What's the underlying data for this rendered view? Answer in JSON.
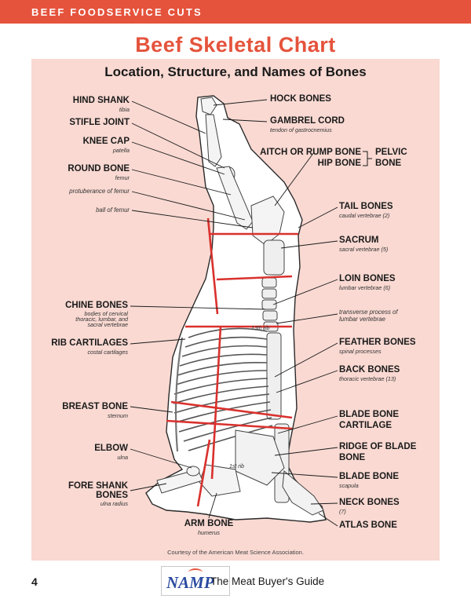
{
  "header": {
    "section": "BEEF FOODSERVICE CUTS"
  },
  "title": "Beef Skeletal Chart",
  "subtitle": "Location, Structure, and Names of Bones",
  "labels": {
    "hind_shank": {
      "name": "HIND SHANK",
      "sci": "tibia"
    },
    "stifle_joint": {
      "name": "STIFLE JOINT"
    },
    "knee_cap": {
      "name": "KNEE CAP",
      "sci": "patella"
    },
    "round_bone": {
      "name": "ROUND BONE",
      "sci": "femur"
    },
    "protuberance_femur": {
      "name": "protuberance of femur"
    },
    "ball_femur": {
      "name": "ball of femur"
    },
    "chine_bones": {
      "name": "CHINE BONES",
      "desc1": "bodies of cervical",
      "desc2": "thoracic, lumbar, and",
      "desc3": "sacral vertebrae"
    },
    "rib_cartilages": {
      "name": "RIB CARTILAGES",
      "sci": "costal cartilages"
    },
    "breast_bone": {
      "name": "BREAST BONE",
      "sci": "sternum"
    },
    "elbow": {
      "name": "ELBOW",
      "sci": "ulna"
    },
    "fore_shank": {
      "name1": "FORE SHANK",
      "name2": "BONES",
      "sci": "ulna radius"
    },
    "arm_bone": {
      "name": "ARM BONE",
      "sci": "humerus"
    },
    "hock_bones": {
      "name": "HOCK BONES"
    },
    "gambrel_cord": {
      "name": "GAMBREL CORD",
      "sci": "tendon of gastrocnemius"
    },
    "aitch_bone": {
      "name": "AITCH OR RUMP BONE"
    },
    "hip_bone": {
      "name": "HIP BONE"
    },
    "pelvic": {
      "name1": "PELVIC",
      "name2": "BONE"
    },
    "tail_bones": {
      "name": "TAIL BONES",
      "sci": "caudal vertebrae (2)"
    },
    "sacrum": {
      "name": "SACRUM",
      "sci": "sacral vertebrae (5)"
    },
    "loin_bones": {
      "name": "LOIN BONES",
      "sci": "lumbar vertebrae (6)"
    },
    "transverse": {
      "line1": "transverse process of",
      "line2": "lumbar vertebrae"
    },
    "feather_bones": {
      "name": "FEATHER BONES",
      "sci": "spinal processes"
    },
    "back_bones": {
      "name": "BACK BONES",
      "sci": "thoracic vertebrae (13)"
    },
    "blade_cartilage": {
      "name1": "BLADE BONE",
      "name2": "CARTILAGE"
    },
    "ridge_blade": {
      "name1": "RIDGE OF BLADE",
      "name2": "BONE"
    },
    "blade_bone": {
      "name": "BLADE BONE",
      "sci": "scapula"
    },
    "neck_bones": {
      "name": "NECK BONES",
      "sci": "(7)"
    },
    "atlas_bone": {
      "name": "ATLAS BONE"
    }
  },
  "diagram_marks": {
    "rib_thirteen": "13th rib",
    "rib_first": "1st rib"
  },
  "credit": "Courtesy of the American Meat Science Association.",
  "footer": {
    "page_number": "4",
    "logo": "NAMP",
    "guide": "The Meat Buyer's Guide"
  },
  "colors": {
    "accent": "#e5533c",
    "panel": "#f9d9d2",
    "logo_blue": "#2a4aa0"
  }
}
